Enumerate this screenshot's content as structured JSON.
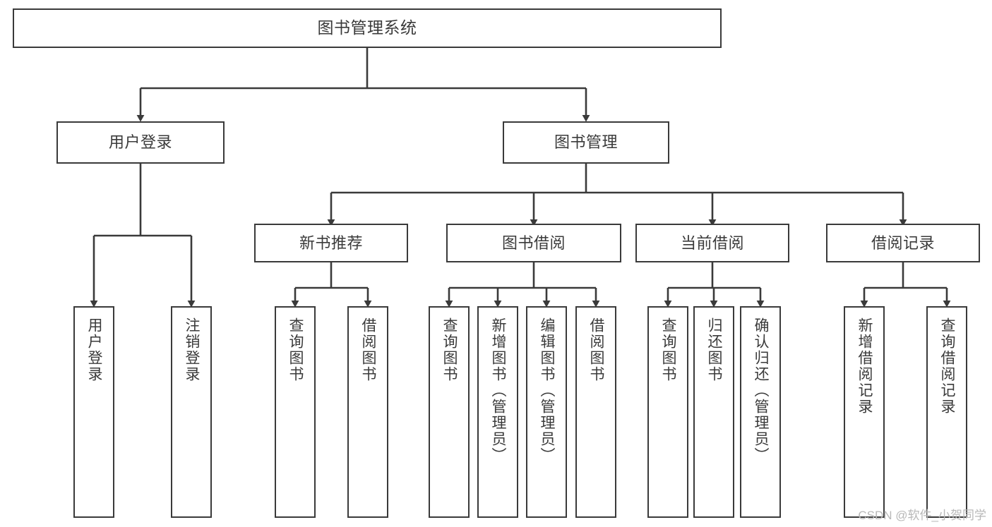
{
  "diagram": {
    "type": "tree-hierarchy-chart",
    "title": "图书管理系统",
    "orientation": "top-down",
    "colors": {
      "stroke": "#3a3a3a",
      "fill": "#ffffff",
      "text": "#3a3a3a",
      "watermark": "#b8b8b8",
      "background": "#ffffff"
    },
    "watermark": "CSDN @软件_小贺同学",
    "nodes": {
      "root": {
        "label": "图书管理系统"
      },
      "level2": [
        {
          "id": "user-login",
          "label": "用户登录"
        },
        {
          "id": "book-manage",
          "label": "图书管理"
        }
      ],
      "level3": [
        {
          "id": "new-book-recommend",
          "label": "新书推荐"
        },
        {
          "id": "book-borrow",
          "label": "图书借阅"
        },
        {
          "id": "current-borrow",
          "label": "当前借阅"
        },
        {
          "id": "borrow-record",
          "label": "借阅记录"
        }
      ],
      "leaves": {
        "user-login": [
          {
            "id": "leaf-user-login",
            "label": "用户登录"
          },
          {
            "id": "leaf-logout",
            "label": "注销登录"
          }
        ],
        "new-book-recommend": [
          {
            "id": "leaf-query-book-1",
            "label": "查询图书"
          },
          {
            "id": "leaf-borrow-book-1",
            "label": "借阅图书"
          }
        ],
        "book-borrow": [
          {
            "id": "leaf-query-book-2",
            "label": "查询图书"
          },
          {
            "id": "leaf-add-book",
            "label": "新增图书（管理员）"
          },
          {
            "id": "leaf-edit-book",
            "label": "编辑图书（管理员）"
          },
          {
            "id": "leaf-borrow-book-2",
            "label": "借阅图书"
          }
        ],
        "current-borrow": [
          {
            "id": "leaf-query-book-3",
            "label": "查询图书"
          },
          {
            "id": "leaf-return-book",
            "label": "归还图书"
          },
          {
            "id": "leaf-confirm-return",
            "label": "确认归还（管理员）"
          }
        ],
        "borrow-record": [
          {
            "id": "leaf-add-record",
            "label": "新增借阅记录"
          },
          {
            "id": "leaf-query-record",
            "label": "查询借阅记录"
          }
        ]
      }
    }
  }
}
